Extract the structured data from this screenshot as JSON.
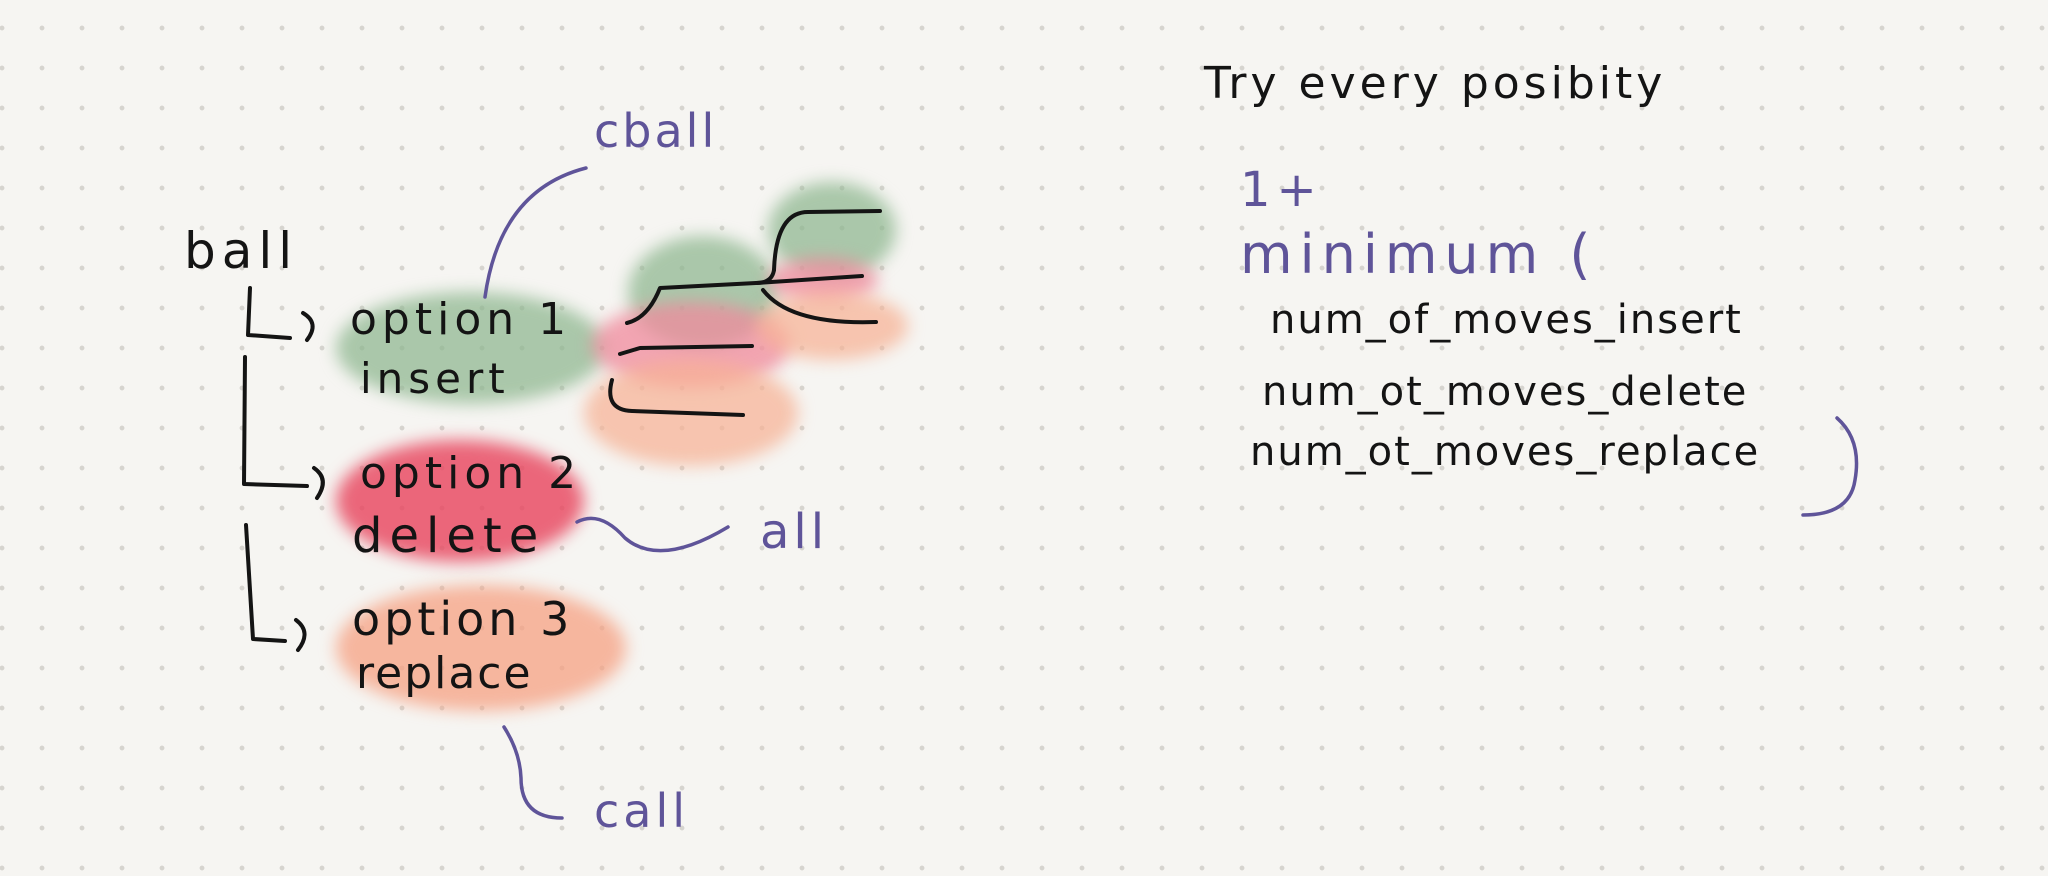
{
  "colors": {
    "ink_black": "#141414",
    "ink_purple": "#5f5499",
    "highlight_green": "#8cb68e",
    "highlight_red": "#e8475f",
    "highlight_pink": "#f2a1ae",
    "highlight_orange": "#f6b294",
    "paper": "#f6f5f2",
    "dots": "#d6d4cf"
  },
  "tree": {
    "root": "ball",
    "options": [
      {
        "label": "option 1",
        "action": "insert",
        "highlight": "green"
      },
      {
        "label": "option 2",
        "action": "delete",
        "highlight": "red"
      },
      {
        "label": "option 3",
        "action": "replace",
        "highlight": "orange"
      }
    ],
    "annotations": {
      "insert_call": "cball",
      "delete_call": "all",
      "replace_call": "call"
    }
  },
  "notes": {
    "heading": "Try every posibity",
    "plus_one": "1+",
    "min_call": "minimum (",
    "args": [
      "num_of_moves_insert",
      "num_ot_moves_delete",
      "num_ot_moves_replace"
    ]
  }
}
